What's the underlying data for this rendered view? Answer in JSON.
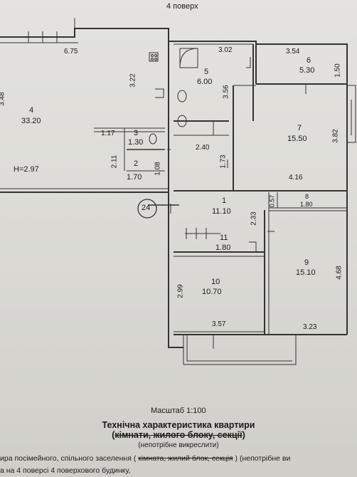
{
  "header": {
    "floor": "4 поверх"
  },
  "rooms": [
    {
      "id": "4",
      "area": "33.20"
    },
    {
      "id": "5",
      "area": "6.00"
    },
    {
      "id": "6",
      "area": "5.30"
    },
    {
      "id": "7",
      "area": "15.50"
    },
    {
      "id": "3",
      "area": "1.30"
    },
    {
      "id": "2",
      "area": "1.70"
    },
    {
      "id": "1",
      "area": "11.10"
    },
    {
      "id": "8",
      "area": "1.80"
    },
    {
      "id": "11",
      "area": "1.80"
    },
    {
      "id": "9",
      "area": "15.10"
    },
    {
      "id": "10",
      "area": "10.70"
    }
  ],
  "dims": {
    "d675": "6.75",
    "d302": "3.02",
    "d354": "3.54",
    "d322": "3.22",
    "d356": "3.56",
    "d150": "1.50",
    "d117": "1.17",
    "d382": "3.82",
    "d240": "2.40",
    "d211": "2.11",
    "d108": "1.08",
    "d173": "1.73",
    "d416": "4.16",
    "d057": "0.57",
    "d233": "2.33",
    "d468": "4.68",
    "d299": "2.99",
    "d357": "3.57",
    "d323": "3.23",
    "d348": "3.48"
  },
  "height_label": "H=2.97",
  "circle_label": "24",
  "scale": "Масштаб 1:100",
  "title": "Технічна характеристика квартири",
  "subtitle_pre": "(",
  "subtitle_strike": "кімнати, жилого блоку, секції",
  "subtitle_post": ")",
  "note1": "(непотрібне викреслити)",
  "line1_pre": "ира  посімейного,  спільного заселення ( ",
  "line1_strike": "кімната, жилий блок, секція",
  "line1_post": " )  (непотрібне  ви",
  "line2": "а на 4 поверсі 4 поверхового будинку,"
}
